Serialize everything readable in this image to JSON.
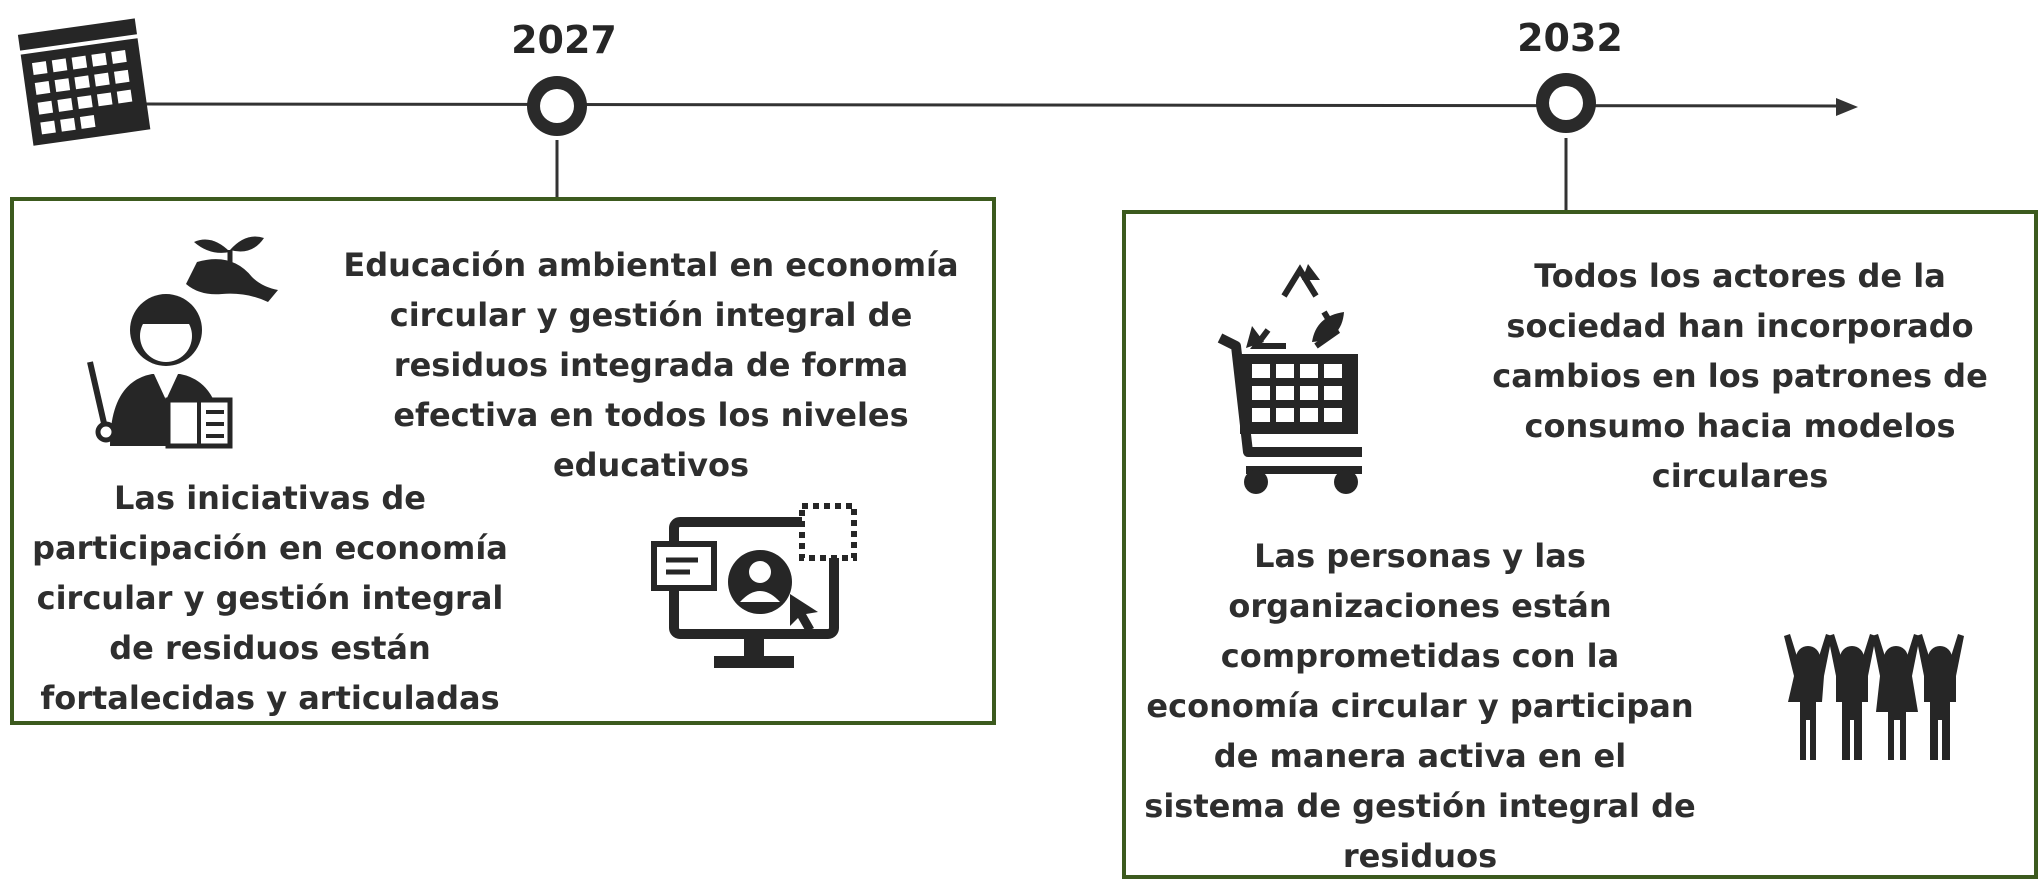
{
  "timeline": {
    "icon": "calendar-icon",
    "milestones": [
      {
        "year": "2027",
        "items": [
          {
            "icon": "teacher-plant-icon",
            "text": "Educación ambiental en economía circular y gestión integral de residuos integrada de forma efectiva en todos los niveles educativos"
          },
          {
            "icon": "computer-participation-icon",
            "text": "Las iniciativas de participación en economía circular y gestión integral de residuos están fortalecidas y articuladas"
          }
        ]
      },
      {
        "year": "2032",
        "items": [
          {
            "icon": "recycle-cart-icon",
            "text": "Todos los actores de la sociedad han incorporado cambios en los patrones de consumo hacia modelos circulares"
          },
          {
            "icon": "people-raising-hands-icon",
            "text": "Las personas y las organizaciones están comprometidas con la economía circular y participan de manera activa en el sistema de gestión integral de residuos"
          }
        ]
      }
    ]
  },
  "colors": {
    "box_border": "#3c5a1e",
    "line": "#333333",
    "icon": "#262626"
  }
}
